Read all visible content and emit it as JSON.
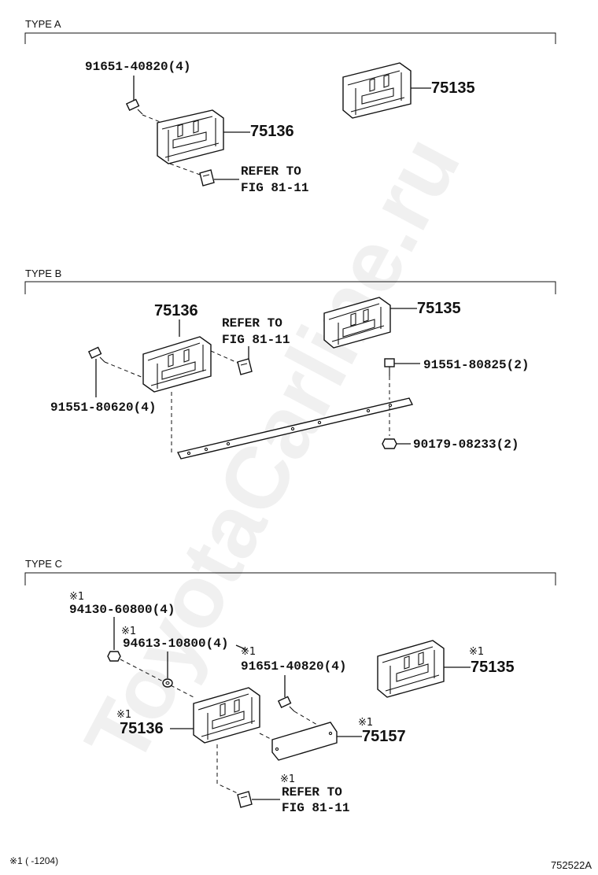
{
  "sections": [
    {
      "title": "TYPE A",
      "parts": {
        "bolt": "91651-40820(4)",
        "bracket": "75136",
        "plate": "75135",
        "refer": [
          "REFER TO",
          "FIG 81-11"
        ]
      }
    },
    {
      "title": "TYPE B",
      "parts": {
        "bracket": "75136",
        "refer": [
          "REFER TO",
          "FIG 81-11"
        ],
        "plate": "75135",
        "bolt_right": "91551-80825(2)",
        "bolt_left": "91551-80620(4)",
        "nut": "90179-08233(2)"
      }
    },
    {
      "title": "TYPE C",
      "parts": {
        "nut": "94130-60800(4)",
        "washer": "94613-10800(4)",
        "bolt": "91651-40820(4)",
        "plate": "75135",
        "bracket": "75136",
        "panel": "75157",
        "refer": [
          "REFER TO",
          "FIG 81-11"
        ]
      }
    }
  ],
  "mark": "※1",
  "footnote": "※1 (      -1204)",
  "figure_id": "752522A",
  "watermark": "ToyotaCarline.ru"
}
